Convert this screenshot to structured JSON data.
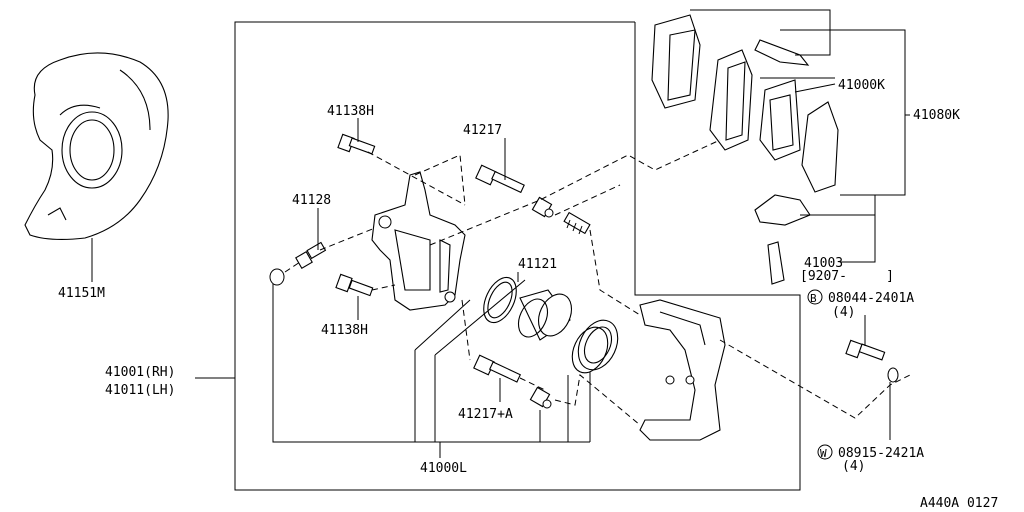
{
  "labels": {
    "shield": "41151M",
    "bolt_upper": "41138H",
    "pin_upper": "41217",
    "bleeder": "41128",
    "bolt_lower": "41138H",
    "seal": "41121",
    "caliper_rh": "41001(RH)",
    "caliper_lh": "41011(LH)",
    "pin_lower": "41217+A",
    "caliper_assy": "41000L",
    "pad_kit": "41000K",
    "pad_set": "41080K",
    "clip": "41003",
    "clip_date": "[9207-     ]",
    "bolt_code": "08044-2401A",
    "bolt_qty": "(4)",
    "washer_code": "08915-2421A",
    "washer_qty": "(4)",
    "figure_id": "A440A 0127"
  },
  "symbols": {
    "bolt_symbol": "B",
    "washer_symbol": "W"
  }
}
